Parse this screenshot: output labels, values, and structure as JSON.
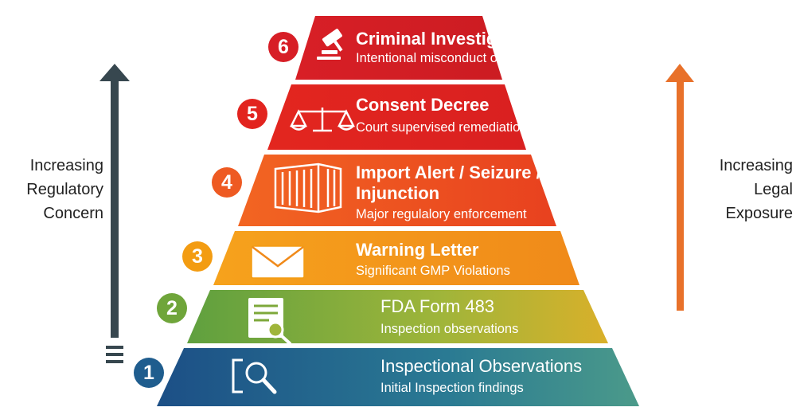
{
  "left_axis": {
    "lines": [
      "Increasing",
      "Regulatory",
      "Concern"
    ],
    "arrow_color": "#37474f"
  },
  "right_axis": {
    "lines": [
      "Increasing",
      "Legal",
      "Exposure"
    ],
    "arrow_color": "#e8712a"
  },
  "tiers": [
    {
      "number": "6",
      "title": "Criminal Investigation",
      "subtitle": "Intentional misconduct or fraud",
      "icon": "gavel-icon",
      "color": "#d71e26"
    },
    {
      "number": "5",
      "title": "Consent Decree",
      "subtitle": "Court supervised remediation",
      "icon": "scales-icon",
      "color": "#e2241f"
    },
    {
      "number": "4",
      "title_lines": [
        "Import Alert / Seizure /",
        "Injunction"
      ],
      "subtitle": "Major regulalory enforcement",
      "icon": "shipping-container-icon",
      "color": "#ee5a22"
    },
    {
      "number": "3",
      "title": "Warning Letter",
      "subtitle": "Significant GMP Violations",
      "icon": "envelope-icon",
      "color": "#f39c12"
    },
    {
      "number": "2",
      "title": "FDA Form 483",
      "subtitle": "Inspection observations",
      "icon": "document-search-icon",
      "color": "#6fa53a"
    },
    {
      "number": "1",
      "title": "Inspectional Observations",
      "subtitle": "Initial Inspection findings",
      "icon": "magnifier-icon",
      "color": "#1f5d8e"
    }
  ]
}
